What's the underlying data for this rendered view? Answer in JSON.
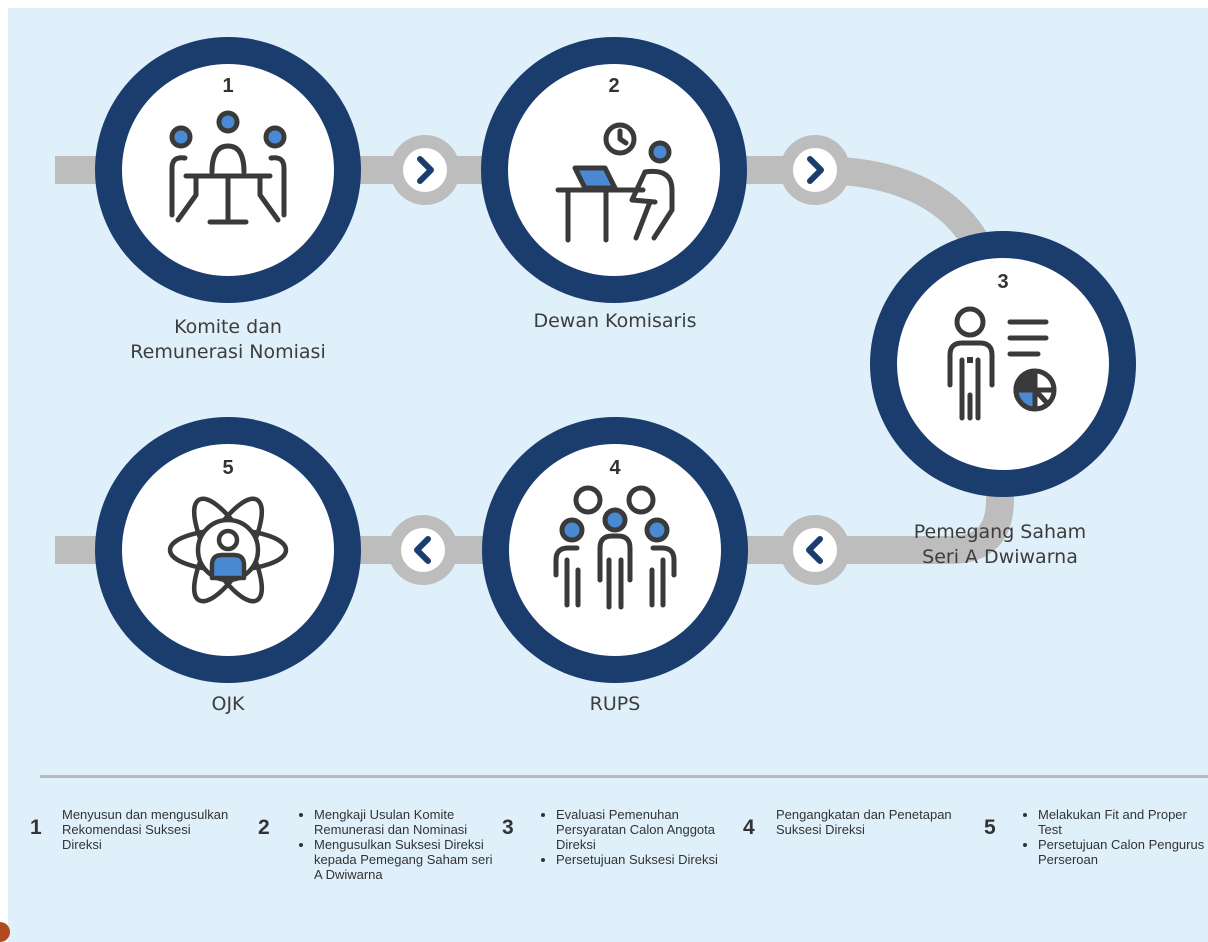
{
  "colors": {
    "background": "#dff0fb",
    "ring": "#1b3d6e",
    "track": "#bdbdbd",
    "accent": "#4a8ad4",
    "icon_stroke": "#3a3a3a"
  },
  "steps": [
    {
      "number": "1",
      "label_lines": [
        "Komite dan",
        "Remunerasi Nomiasi"
      ],
      "icon": "meeting-people-icon"
    },
    {
      "number": "2",
      "label_lines": [
        "Dewan Komisaris"
      ],
      "icon": "person-at-laptop-clock-icon"
    },
    {
      "number": "3",
      "label_lines": [
        "Pemegang Saham",
        "Seri A Dwiwarna"
      ],
      "icon": "person-report-pie-chart-icon"
    },
    {
      "number": "4",
      "label_lines": [
        "RUPS"
      ],
      "icon": "group-of-people-icon"
    },
    {
      "number": "5",
      "label_lines": [
        "OJK"
      ],
      "icon": "person-atom-orbit-icon"
    }
  ],
  "connectors": [
    {
      "direction": "right",
      "icon": "chevron-right-icon"
    },
    {
      "direction": "right",
      "icon": "chevron-right-icon"
    },
    {
      "direction": "left",
      "icon": "chevron-left-icon"
    },
    {
      "direction": "left",
      "icon": "chevron-left-icon"
    }
  ],
  "legend": [
    {
      "number": "1",
      "text": "Menyusun dan mengusulkan Rekomendasi Suksesi Direksi"
    },
    {
      "number": "2",
      "bullets": [
        "Mengkaji Usulan Komite Remunerasi dan Nominasi",
        "Mengusulkan Suksesi Direksi kepada Pemegang Saham seri A Dwiwarna"
      ]
    },
    {
      "number": "3",
      "bullets": [
        "Evaluasi Pemenuhan Persyaratan Calon Anggota Direksi",
        "Persetujuan Suksesi Direksi"
      ]
    },
    {
      "number": "4",
      "text": "Pengangkatan dan Penetapan Suksesi Direksi"
    },
    {
      "number": "5",
      "bullets": [
        "Melakukan Fit and Proper Test",
        "Persetujuan Calon Pengurus Perseroan"
      ]
    }
  ]
}
